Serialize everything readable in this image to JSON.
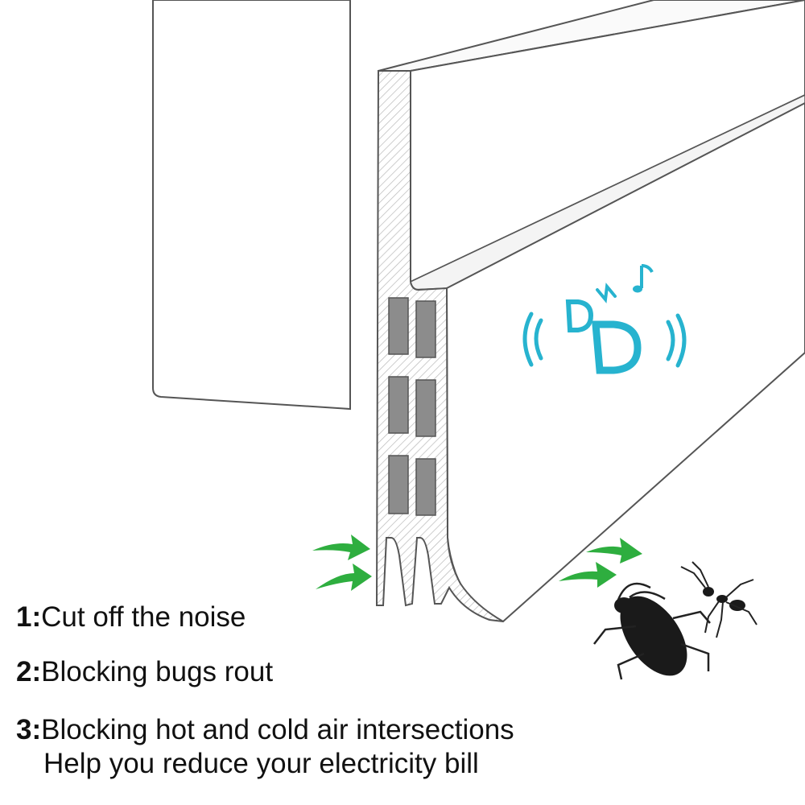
{
  "features": [
    {
      "number": "1:",
      "text": "Cut off the noise"
    },
    {
      "number": "2:",
      "text": "Blocking bugs rout"
    },
    {
      "number": "3:",
      "text": "Blocking hot and cold air intersections",
      "subtext": "Help you reduce your electricity bill"
    }
  ],
  "icons": [
    "door-panel",
    "door-seal-strip",
    "sound-waves-icon",
    "music-note-icon",
    "airflow-arrow-icon",
    "cockroach-icon",
    "ant-icon"
  ],
  "colors": {
    "arrow": "#2eae3f",
    "sound": "#27b3cf",
    "pads": "#8c8c8c",
    "outline": "#555555"
  }
}
